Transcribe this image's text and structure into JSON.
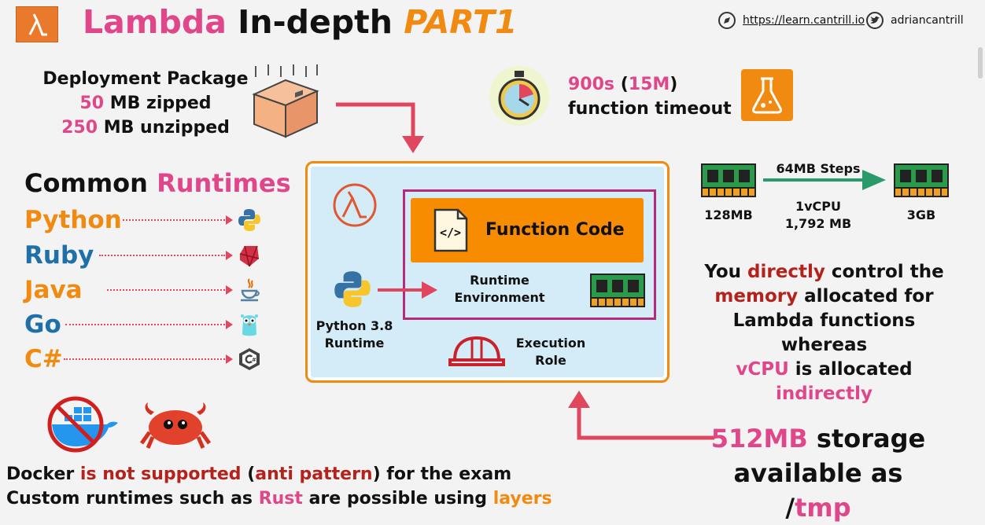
{
  "header": {
    "title_part1": "Lambda",
    "title_part2": "In-depth",
    "title_part3": "PART1",
    "link_url": "https://learn.cantrill.io",
    "twitter_handle": "adriancantrill"
  },
  "deployment": {
    "line1": "Deployment Package",
    "zipped_value": "50",
    "zipped_label": "MB zipped",
    "unzipped_value": "250",
    "unzipped_label": "MB unzipped"
  },
  "timeout": {
    "seconds": "900s",
    "paren_open": "(",
    "minutes": "15M",
    "paren_close": ")",
    "line2": "function timeout"
  },
  "runtimes": {
    "title_a": "Common",
    "title_b": "Runtimes",
    "items": [
      {
        "label": "Python",
        "icon": "python-icon"
      },
      {
        "label": "Ruby",
        "icon": "ruby-icon"
      },
      {
        "label": "Java",
        "icon": "java-icon"
      },
      {
        "label": "Go",
        "icon": "go-gopher-icon"
      },
      {
        "label": "C#",
        "icon": "csharp-icon"
      }
    ]
  },
  "panel": {
    "function_code": "Function Code",
    "runtime_env_1": "Runtime",
    "runtime_env_2": "Environment",
    "python_rt_1": "Python 3.8",
    "python_rt_2": "Runtime",
    "exec_role_1": "Execution",
    "exec_role_2": "Role"
  },
  "memory": {
    "min": "128MB",
    "steps": "64MB Steps",
    "vcpu_1": "1vCPU",
    "vcpu_2": "1,792 MB",
    "max": "3GB"
  },
  "note": {
    "w1": "You",
    "w2": "directly",
    "w3": "control the",
    "w4": "memory",
    "w5": "allocated for",
    "w6": "Lambda functions whereas",
    "w7": "vCPU",
    "w8": "is allocated",
    "w9": "indirectly"
  },
  "storage": {
    "size": "512MB",
    "w1": "storage",
    "w2": "available as /",
    "w3": "tmp"
  },
  "docker": {
    "l1a": "Docker",
    "l1b": "is not supported",
    "l1c": "(",
    "l1d": "anti pattern",
    "l1e": ") for the exam",
    "l2a": "Custom runtimes such as",
    "l2b": "Rust",
    "l2c": "are possible using",
    "l2d": "layers"
  },
  "colors": {
    "pink": "#e0468a",
    "orange": "#f08a10",
    "blue": "#1f6fa8",
    "red": "#b3221b",
    "panel_bg": "#d3ecf8"
  }
}
